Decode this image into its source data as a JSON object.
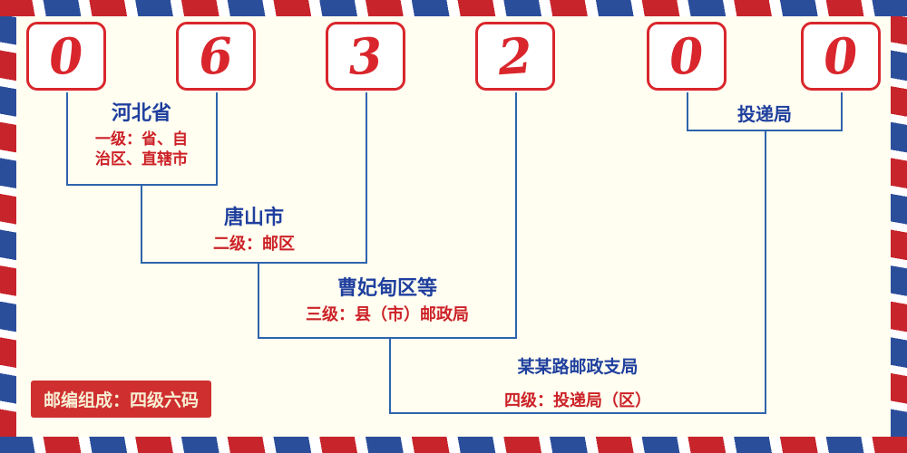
{
  "postal_code": {
    "digits": [
      "0",
      "6",
      "3",
      "2",
      "0",
      "0"
    ]
  },
  "annotations": {
    "delivery_office": {
      "label": "投递局"
    },
    "level1": {
      "name": "河北省",
      "desc_line1": "一级：省、自",
      "desc_line2": "治区、直辖市"
    },
    "level2": {
      "name": "唐山市",
      "desc": "二级：邮区"
    },
    "level3": {
      "name": "曹妃甸区等",
      "desc": "三级：县（市）邮政局"
    },
    "level4": {
      "name": "某某路邮政支局",
      "desc": "四级：投递局（区）"
    }
  },
  "footer": {
    "badge": "邮编组成：四级六码"
  },
  "colors": {
    "digit_red": "#d9262c",
    "line_blue": "#2e64ad",
    "name_blue": "#1f3f9e",
    "desc_red": "#cc2127",
    "badge_bg": "#cf2f2f",
    "badge_text": "#f6efd4",
    "stripe_red": "#c8242c",
    "stripe_blue": "#2b4e9b",
    "background": "#fffef0"
  }
}
